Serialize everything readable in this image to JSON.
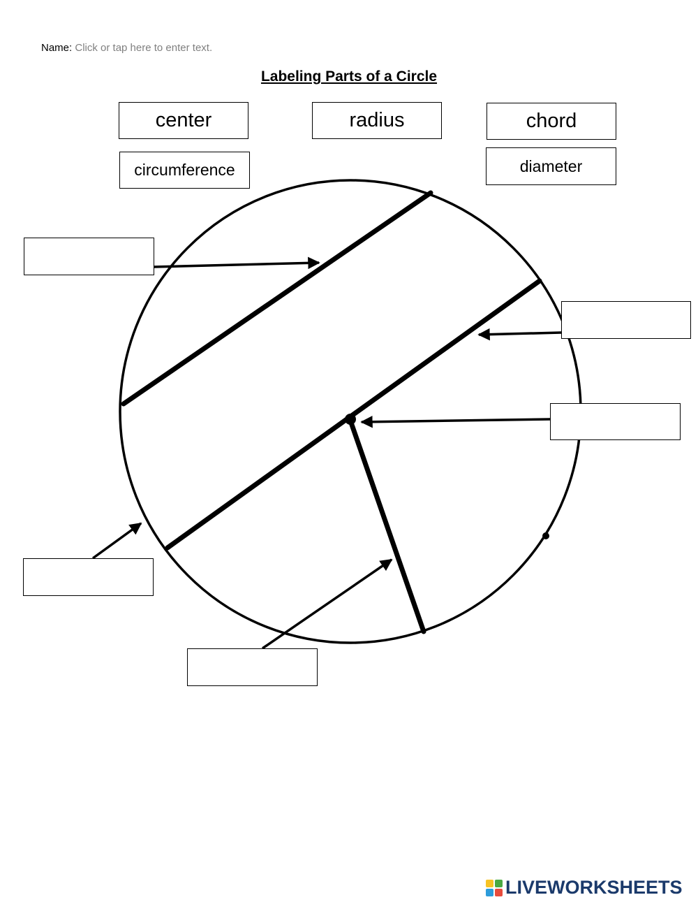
{
  "header": {
    "name_label": "Name:",
    "name_placeholder": "Click or tap here to enter text."
  },
  "title": "Labeling Parts of a Circle",
  "word_bank": [
    {
      "label": "center"
    },
    {
      "label": "radius"
    },
    {
      "label": "chord"
    },
    {
      "label": "circumference"
    },
    {
      "label": "diameter"
    }
  ],
  "answer_boxes": [
    {
      "target": "chord",
      "value": ""
    },
    {
      "target": "diameter",
      "value": ""
    },
    {
      "target": "center",
      "value": ""
    },
    {
      "target": "circumference",
      "value": ""
    },
    {
      "target": "radius",
      "value": ""
    }
  ],
  "footer": {
    "brand": "LIVEWORKSHEETS",
    "icon_name": "liveworksheets-logo-icon",
    "brand_colors": [
      "#f7c325",
      "#49a942",
      "#2d9cdb",
      "#e84c3d"
    ],
    "text_color": "#1b3a6b"
  }
}
